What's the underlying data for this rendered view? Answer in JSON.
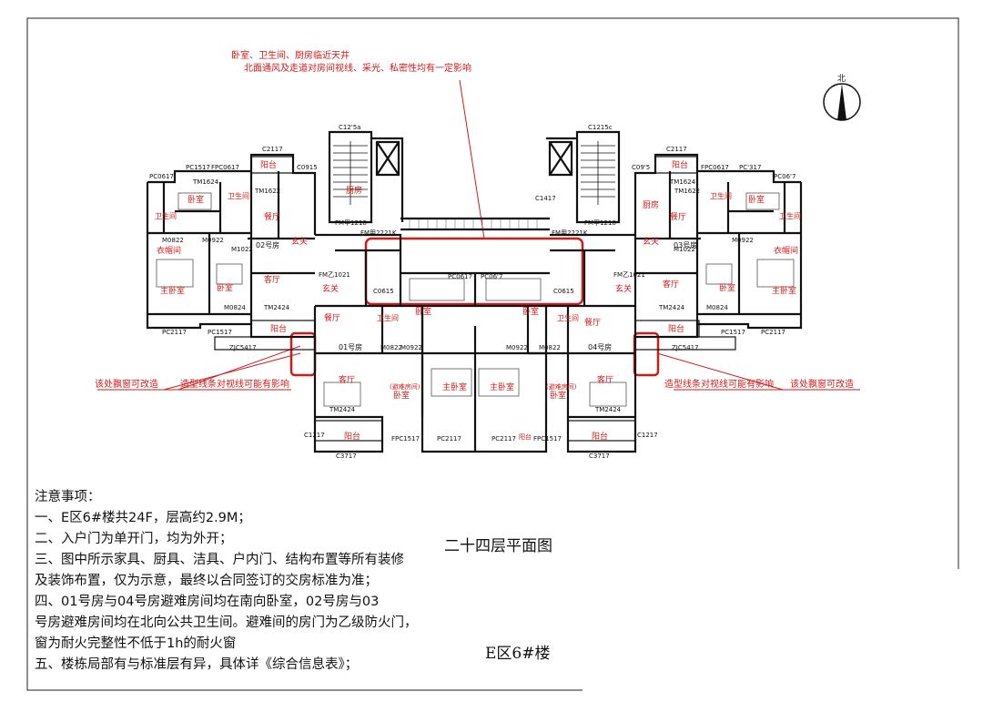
{
  "annotations": {
    "top_line1": "卧室、卫生间、厨房临近天井",
    "top_line2": "北面通风及走道对房间视线、采光、私密性均有一定影响",
    "left_window": "该处飘窗可改造",
    "left_line": "造型线条对视线可能有影响",
    "right_line": "造型线条对视线可能有影响",
    "right_window": "该处飘窗可改造"
  },
  "north_label": "北",
  "rooms": {
    "bedroom": "卧室",
    "master_bedroom": "主卧室",
    "bathroom": "卫生间",
    "kitchen": "厨房",
    "dining": "餐厅",
    "living": "客厅",
    "balcony": "阳台",
    "entry": "玄关",
    "cloakroom": "衣帽间",
    "refuge": "(避难房间)",
    "unit01": "01号房",
    "unit02": "02号房",
    "unit03": "03号房",
    "unit04": "04号房"
  },
  "codes": {
    "c1215a": "C12'5a",
    "c1215c": "C1215c",
    "c2117_l": "C2117",
    "c2117_r": "C2117",
    "pc0617_l": "PC0617",
    "pc1517_l": "PC1517",
    "fpc0617_l": "FPC0617",
    "c0915_l": "C0915",
    "c0915_r": "C09'5",
    "fpc0617_r": "FPC0617",
    "pc1317_r": "PC'317",
    "pc0617_r": "PC06'7",
    "tm1624_l": "TM1624",
    "tm1624_r": "TM1624",
    "tm1622_l": "TM1622",
    "tm1622_r": "TM1622",
    "fm1218_l": "FM甲1218",
    "fm1218_r": "FM甲1218",
    "fm2221_l": "FM甲2221K",
    "fm2221_r": "FM甲2221K",
    "m0922": "M0922",
    "m0822": "M0822",
    "m1022": "M1022",
    "m0824": "M0824",
    "tm2424": "TM2424",
    "pc0617_c1": "PC0617",
    "pc0617_c2": "PC06'7",
    "c0615_l": "C0615",
    "c0615_r": "C0615",
    "pc2117": "PC2117",
    "pc1517": "PC1517",
    "zjc5417_l": "ZJC5417",
    "zjc5417_r": "ZJC5417",
    "fpc1517": "FPC1517",
    "c1217": "C1217",
    "c3717_l": "C3717",
    "c3717_r": "C3717",
    "c1417": "C1417",
    "fm1021": "FM乙1021",
    "m0922b": "M0922",
    "m0822b": "M0822"
  },
  "notes": {
    "title": "注意事项：",
    "items": [
      "一、E区6#楼共24F，层高约2.9M；",
      "二、入户门为单开门，均为外开；",
      "三、图中所示家具、厨具、洁具、户内门、结构布置等所有装修",
      "及装饰布置，仅为示意，最终以合同签订的交房标准为准；",
      "四、01号房与04号房避难房间均在南向卧室，02号房与03",
      "号房避难房间均在北向公共卫生间。避难间的房门为乙级防火门，",
      "窗为耐火完整性不低于1h的耐火窗",
      "五、楼栋局部有与标准层有异，具体详《综合信息表》；"
    ]
  },
  "plan_title": "二十四层平面图",
  "building_title": "E区6#楼",
  "colors": {
    "annotation": "#d11a1a",
    "line": "#111111"
  }
}
